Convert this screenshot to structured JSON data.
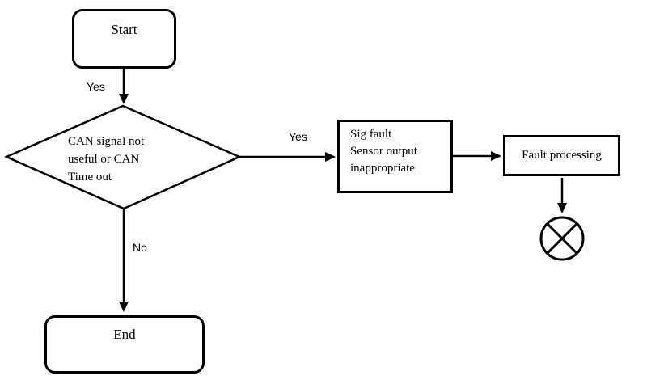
{
  "flowchart": {
    "background_color": "#ffffff",
    "line_color": "#000000",
    "nodes": {
      "start": {
        "label": "Start",
        "shape": "rounded-terminator"
      },
      "decision": {
        "shape": "diamond",
        "line1": "CAN signal not",
        "line2": "useful or CAN",
        "line3": "Time out"
      },
      "sig_fault": {
        "shape": "process",
        "line1": "Sig fault",
        "line2": "Sensor output",
        "line3": "inappropriate"
      },
      "fault_processing": {
        "label": "Fault processing",
        "shape": "process"
      },
      "terminator": {
        "icon": "circle-x-icon",
        "shape": "circle-with-x"
      },
      "end": {
        "label": "End",
        "shape": "rounded-terminator"
      }
    },
    "edge_labels": {
      "start_to_decision": "Yes",
      "decision_to_sig_fault": "Yes",
      "decision_to_end": "No"
    }
  }
}
